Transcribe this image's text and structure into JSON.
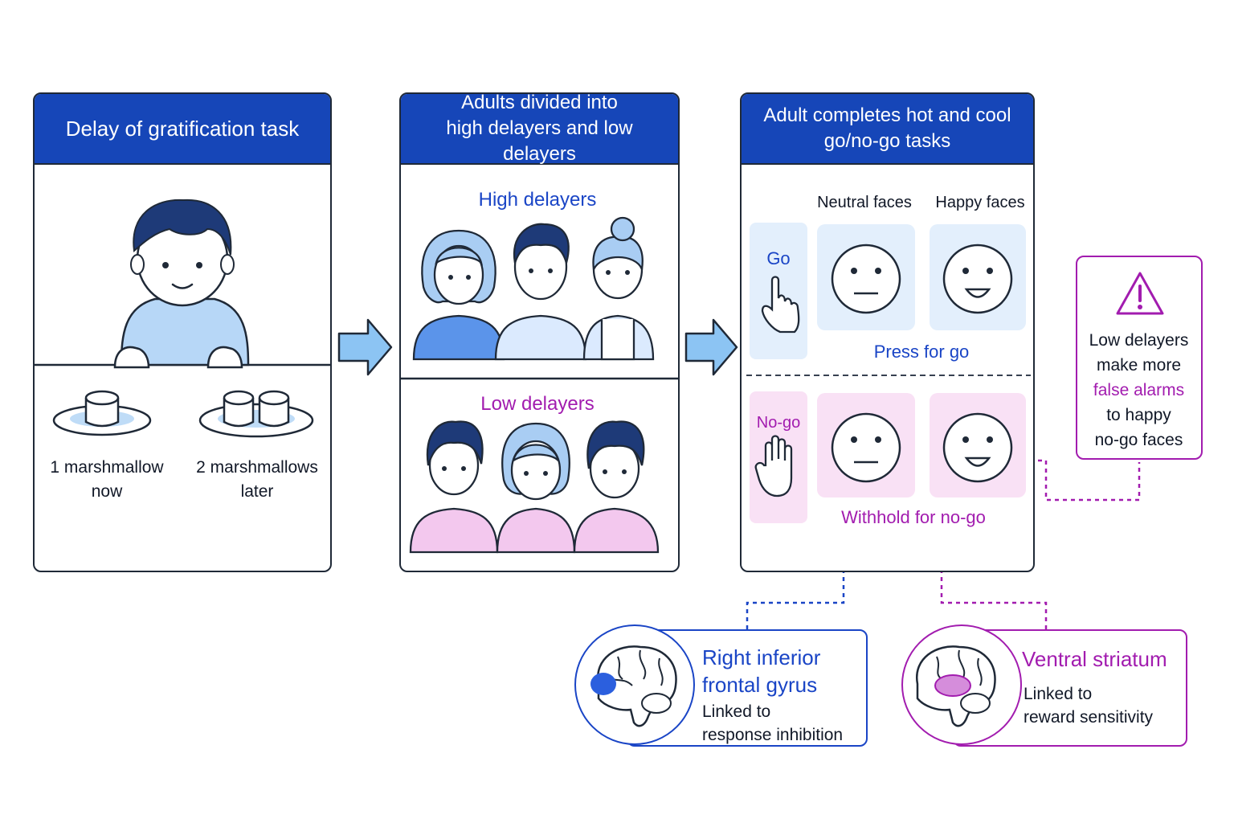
{
  "panel1": {
    "title": "Delay of gratification task",
    "option_now_line1": "1 marshmallow",
    "option_now_line2": "now",
    "option_later_line1": "2 marshmallows",
    "option_later_line2": "later"
  },
  "panel2": {
    "title_line1": "Adults divided into",
    "title_line2": "high delayers and low delayers",
    "high_label": "High delayers",
    "low_label": "Low delayers"
  },
  "panel3": {
    "title_line1": "Adult completes hot and cool",
    "title_line2": "go/no-go tasks",
    "col_neutral": "Neutral faces",
    "col_happy": "Happy faces",
    "row_go": "Go",
    "row_nogo": "No-go",
    "go_caption": "Press for go",
    "nogo_caption": "Withhold for no-go"
  },
  "callout": {
    "line1": "Low delayers",
    "line2": "make more",
    "line3": "false alarms",
    "line4": "to happy",
    "line5": "no-go faces"
  },
  "brain_rifg": {
    "title_line1": "Right inferior",
    "title_line2": "frontal gyrus",
    "desc_line1": "Linked to",
    "desc_line2": "response inhibition"
  },
  "brain_vs": {
    "title": "Ventral striatum",
    "desc_line1": "Linked to",
    "desc_line2": "reward sensitivity"
  },
  "colors": {
    "header_blue": "#1646b8",
    "accent_blue": "#1a45c6",
    "accent_magenta": "#a21caf",
    "light_blue": "#dbeafe",
    "light_pink": "#f9e1f5"
  }
}
